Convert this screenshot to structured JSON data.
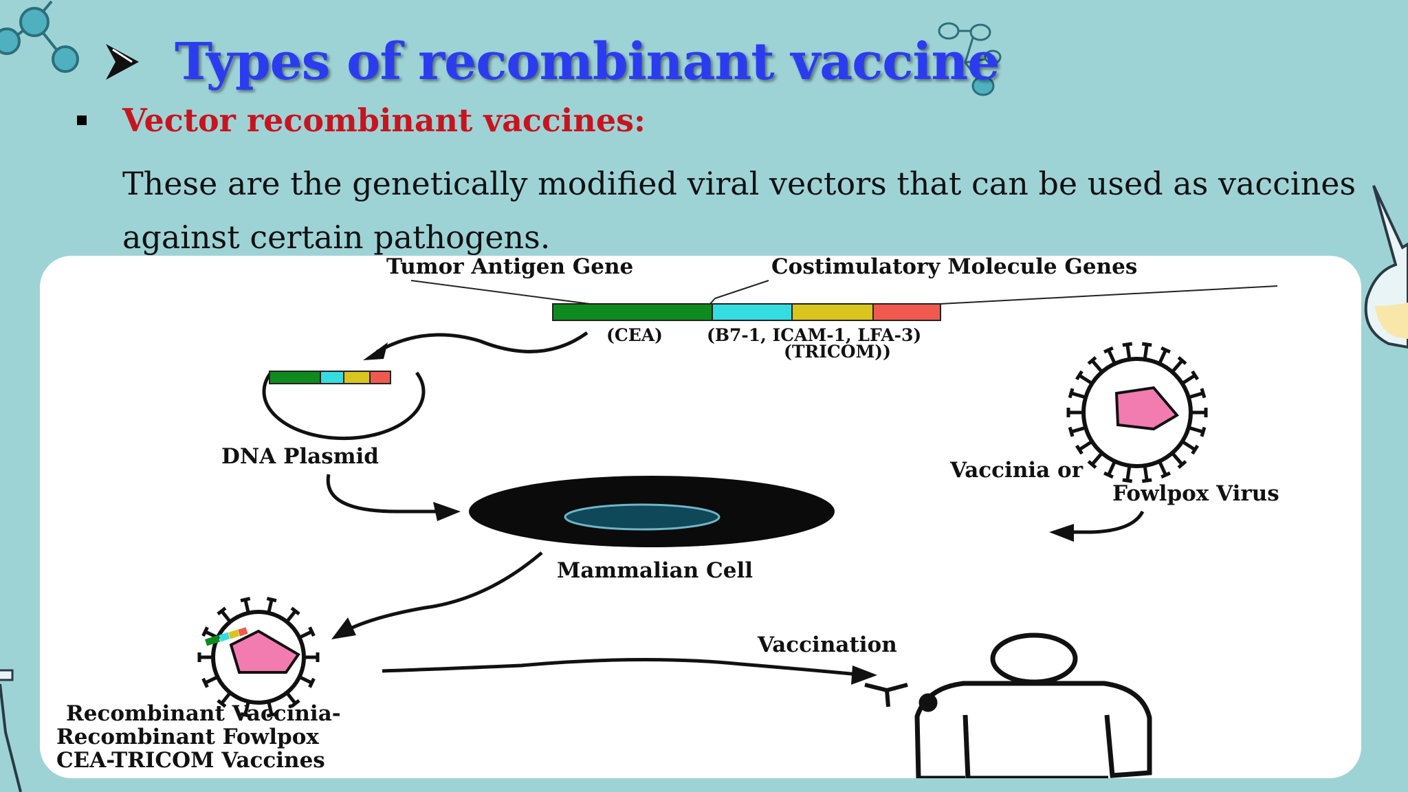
{
  "slide": {
    "title": "Types of recombinant vaccine",
    "subtitle": "Vector recombinant vaccines:",
    "paragraph_line1": "These are the genetically modified viral vectors that can be used as vaccines",
    "paragraph_line2": "against certain pathogens."
  },
  "figure": {
    "tumor_antigen_gene": "Tumor Antigen Gene",
    "costimulatory_genes": "Costimulatory Molecule Genes",
    "cea": "(CEA)",
    "b7_list": "(B7-1, ICAM-1, LFA-3)",
    "tricom": "(TRICOM))",
    "dna_plasmid": "DNA Plasmid",
    "vaccinia_or": "Vaccinia or",
    "fowlpox_virus": "Fowlpox Virus",
    "mammalian_cell": "Mammalian Cell",
    "vaccination": "Vaccination",
    "recombinant_line1": "Recombinant Vaccinia-",
    "recombinant_line2": "Recombinant Fowlpox",
    "recombinant_line3": "CEA-TRICOM Vaccines"
  },
  "colors": {
    "background": "#9ed3d6",
    "title": "#2b3cf0",
    "subtitle": "#c8141e",
    "gene_green": "#0f8a1e",
    "gene_cyan": "#35dde0",
    "gene_yellow": "#d9c51e",
    "gene_red": "#f05a4e",
    "antigen_pink": "#f27bb0"
  }
}
